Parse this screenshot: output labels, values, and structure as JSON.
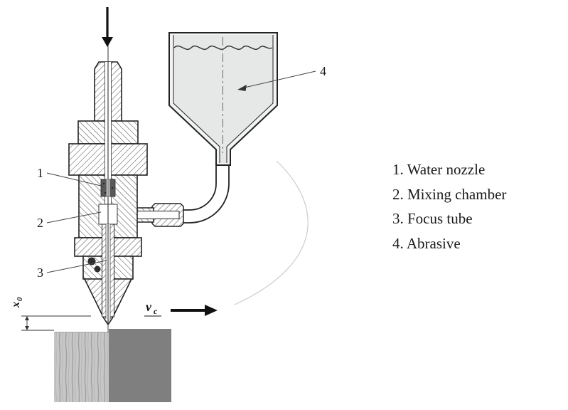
{
  "callouts": {
    "water_nozzle_num": "1",
    "mixing_chamber_num": "2",
    "focus_tube_num": "3",
    "abrasive_num": "4"
  },
  "annotations": {
    "cutting_speed_symbol": "v",
    "cutting_speed_subscript": "c",
    "standoff_symbol": "x",
    "standoff_subscript": "0"
  },
  "legend": {
    "items": [
      {
        "text": "1. Water nozzle"
      },
      {
        "text": "2. Mixing chamber"
      },
      {
        "text": "3. Focus tube"
      },
      {
        "text": "4. Abrasive"
      }
    ]
  },
  "colors": {
    "outline": "#222222",
    "hopper_fill": "#e6e8e8",
    "workpiece_uncut": "#7f7f7f",
    "workpiece_cut_base": "#c7c7c7",
    "background": "#ffffff"
  }
}
